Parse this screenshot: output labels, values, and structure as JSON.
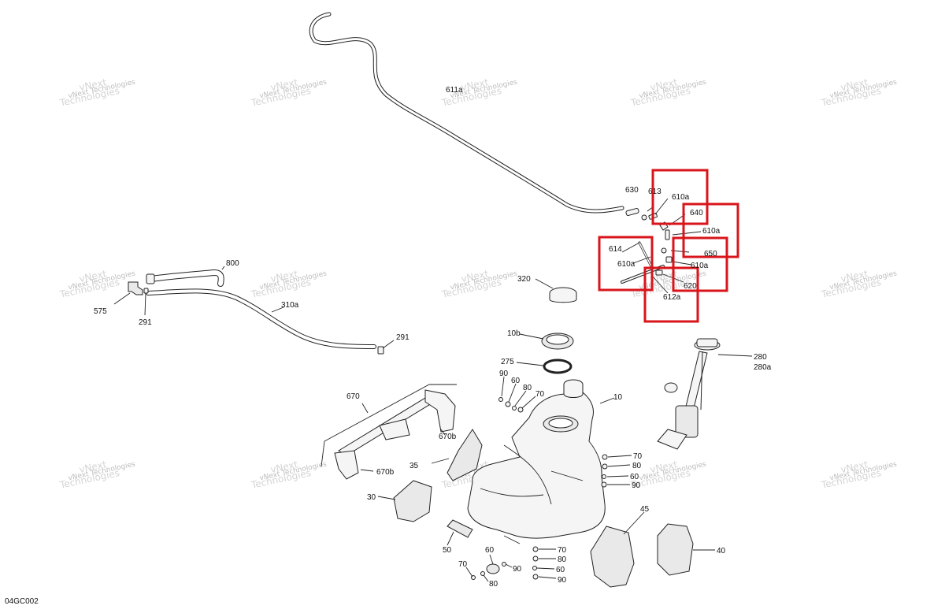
{
  "figure_code": "04GC002",
  "watermark": {
    "line1": "vNext",
    "line2": "Technologies",
    "full": "vNext Technologies"
  },
  "highlight_color": "#d9151b",
  "labels": {
    "l611a": "611a",
    "l630": "630",
    "l613": "613",
    "l610a_1": "610a",
    "l640": "640",
    "l610a_2": "610a",
    "l614": "614",
    "l610a_3": "610a",
    "l650": "650",
    "l610a_4": "610a",
    "l620": "620",
    "l612a": "612a",
    "l800": "800",
    "l575": "575",
    "l291_a": "291",
    "l310a": "310a",
    "l291_b": "291",
    "l320": "320",
    "l10b": "10b",
    "l275": "275",
    "l280": "280",
    "l280a": "280a",
    "l90_a": "90",
    "l60_a": "60",
    "l80_a": "80",
    "l70_a": "70",
    "l10": "10",
    "l670": "670",
    "l670b_a": "670b",
    "l670b_b": "670b",
    "l35": "35",
    "l70_b": "70",
    "l80_b": "80",
    "l60_b": "60",
    "l90_b": "90",
    "l30": "30",
    "l45": "45",
    "l40": "40",
    "l50": "50",
    "l60_c": "60",
    "l70_c": "70",
    "l90_c": "90",
    "l80_c": "80",
    "l70_d": "70",
    "l80_d": "80",
    "l60_d": "60",
    "l90_d": "90"
  }
}
